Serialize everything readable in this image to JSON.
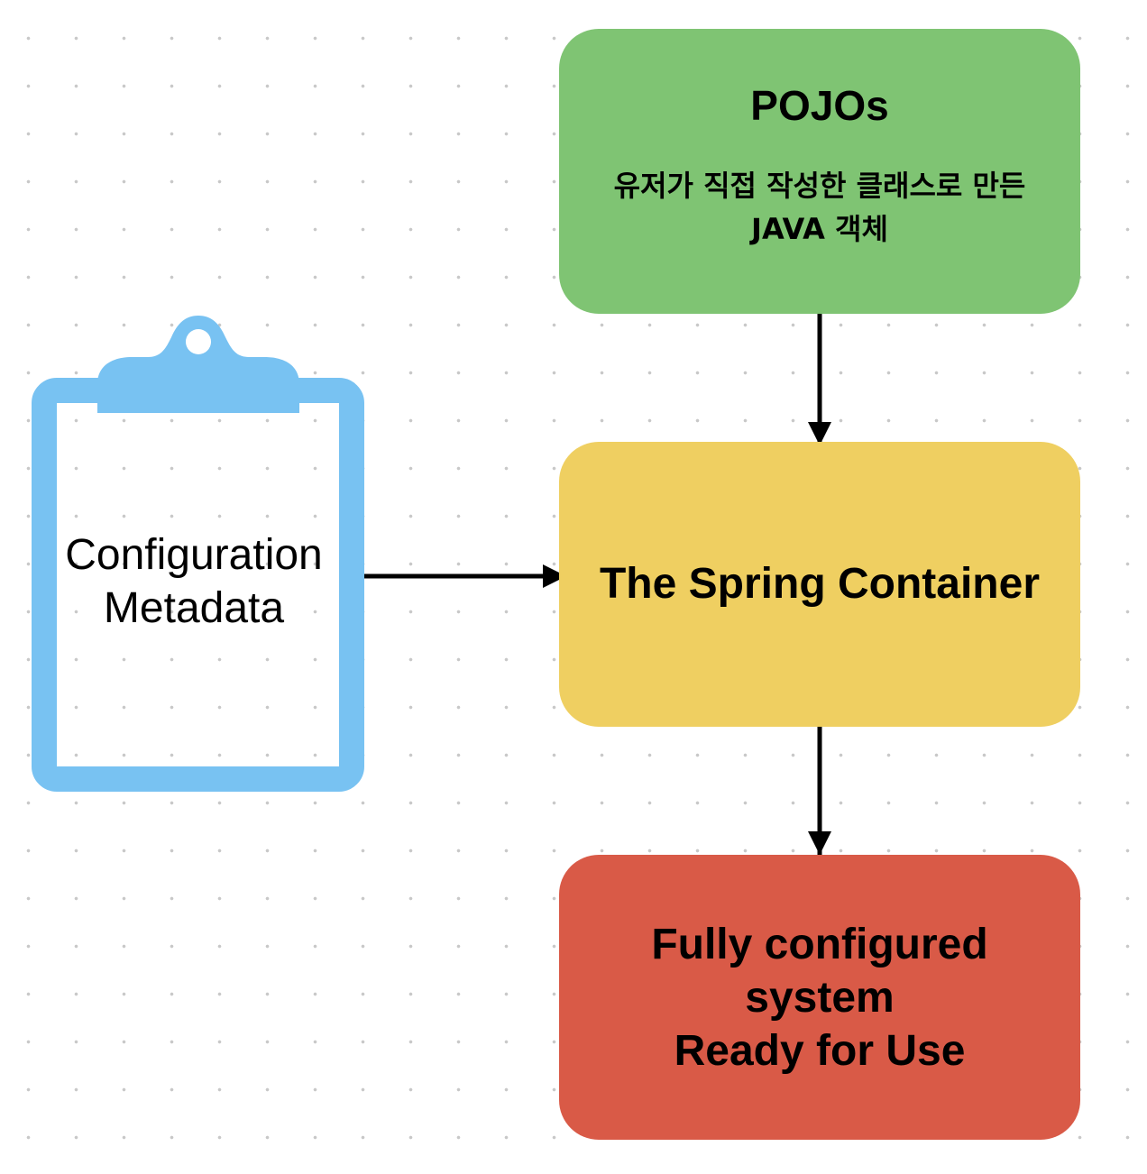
{
  "diagram": {
    "pojos": {
      "title": "POJOs",
      "description": "유저가 직접 작성한 클래스로 만든\nJAVA 객체",
      "color": "#7fc473"
    },
    "spring_container": {
      "title": "The Spring Container",
      "color": "#efcf61"
    },
    "result": {
      "title": "Fully configured\nsystem\nReady for Use",
      "color": "#d95a47"
    },
    "configuration_metadata": {
      "title": "Configuration\nMetadata",
      "icon": "clipboard-icon",
      "color": "#78c2f2"
    },
    "edges": [
      {
        "from": "pojos",
        "to": "spring_container"
      },
      {
        "from": "configuration_metadata",
        "to": "spring_container"
      },
      {
        "from": "spring_container",
        "to": "result"
      }
    ]
  }
}
